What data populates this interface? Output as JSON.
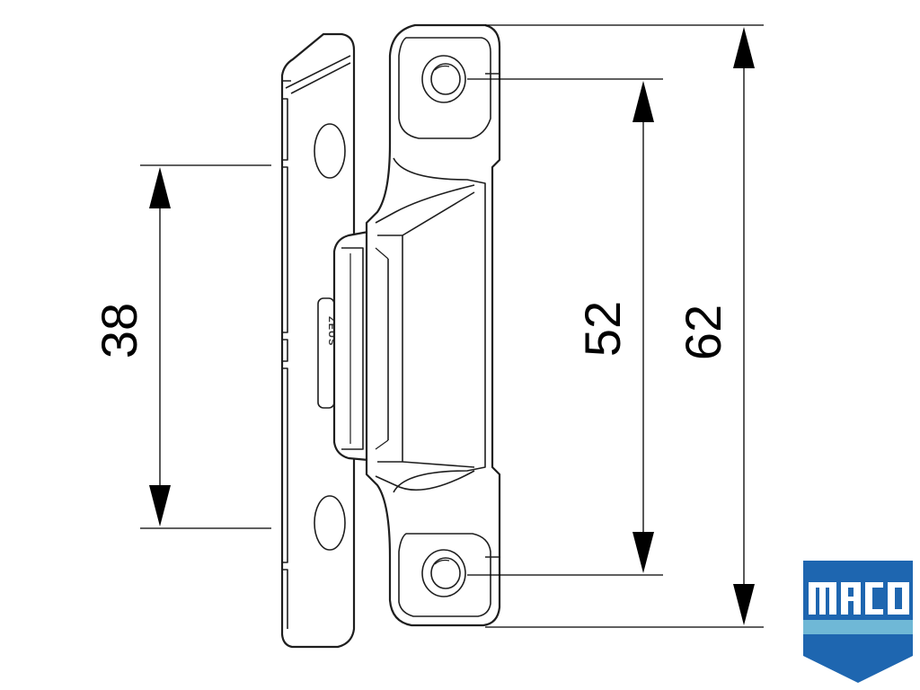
{
  "dimensions": {
    "left_spacing": "38",
    "inner_spacing": "52",
    "overall_height": "62"
  },
  "part": {
    "embossed_mark": "ZEUS"
  },
  "logo": {
    "text": "maco",
    "colors": {
      "blue": "#1e66b0",
      "light_band": "#6fb8d6",
      "white": "#ffffff"
    }
  }
}
